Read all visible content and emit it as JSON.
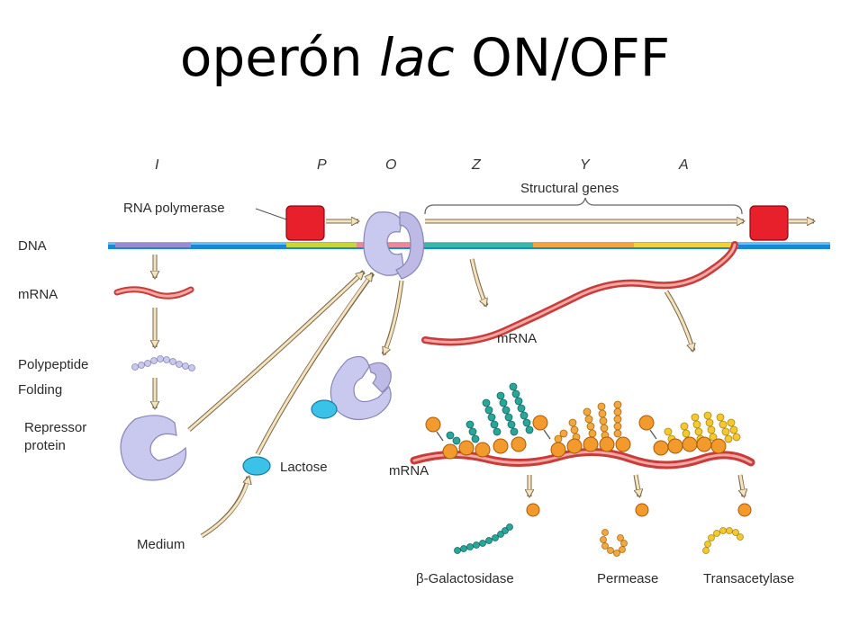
{
  "title": {
    "prefix": "operón ",
    "italic": "lac",
    "suffix": " ON/OFF"
  },
  "gene_letters": [
    "I",
    "P",
    "O",
    "Z",
    "Y",
    "A"
  ],
  "labels": {
    "structural_genes": "Structural genes",
    "rna_polymerase": "RNA polymerase",
    "dna": "DNA",
    "mrna_left": "mRNA",
    "polypeptide": "Polypeptide",
    "folding": "Folding",
    "repressor_line1": "Repressor",
    "repressor_line2": "protein",
    "lactose": "Lactose",
    "medium": "Medium",
    "mrna_right": "mRNA",
    "mrna_bottom": "mRNA",
    "b_galactosidase": "β-Galactosidase",
    "permease": "Permease",
    "transacetylase": "Transacetylase"
  },
  "colors": {
    "dna_blue": "#1a88d4",
    "promoter_yellow": "#c9d63a",
    "operator_pink": "#e88a9a",
    "z_teal": "#3cb6a6",
    "y_orange": "#f2a640",
    "a_yellow": "#f2d23c",
    "i_purple": "#9b8ad0",
    "mrna_red": "#e85a5a",
    "polymerase_red": "#e8202c",
    "repressor_lavender": "#c9c8ee",
    "lactose_cyan": "#3ac2e8",
    "ribosome_orange": "#f29a2c",
    "galactosidase_teal": "#2aa59a",
    "permease_orange": "#f2a840",
    "transacetylase_yellow": "#f5c832",
    "arrow_tan": "#f5e3c0"
  }
}
